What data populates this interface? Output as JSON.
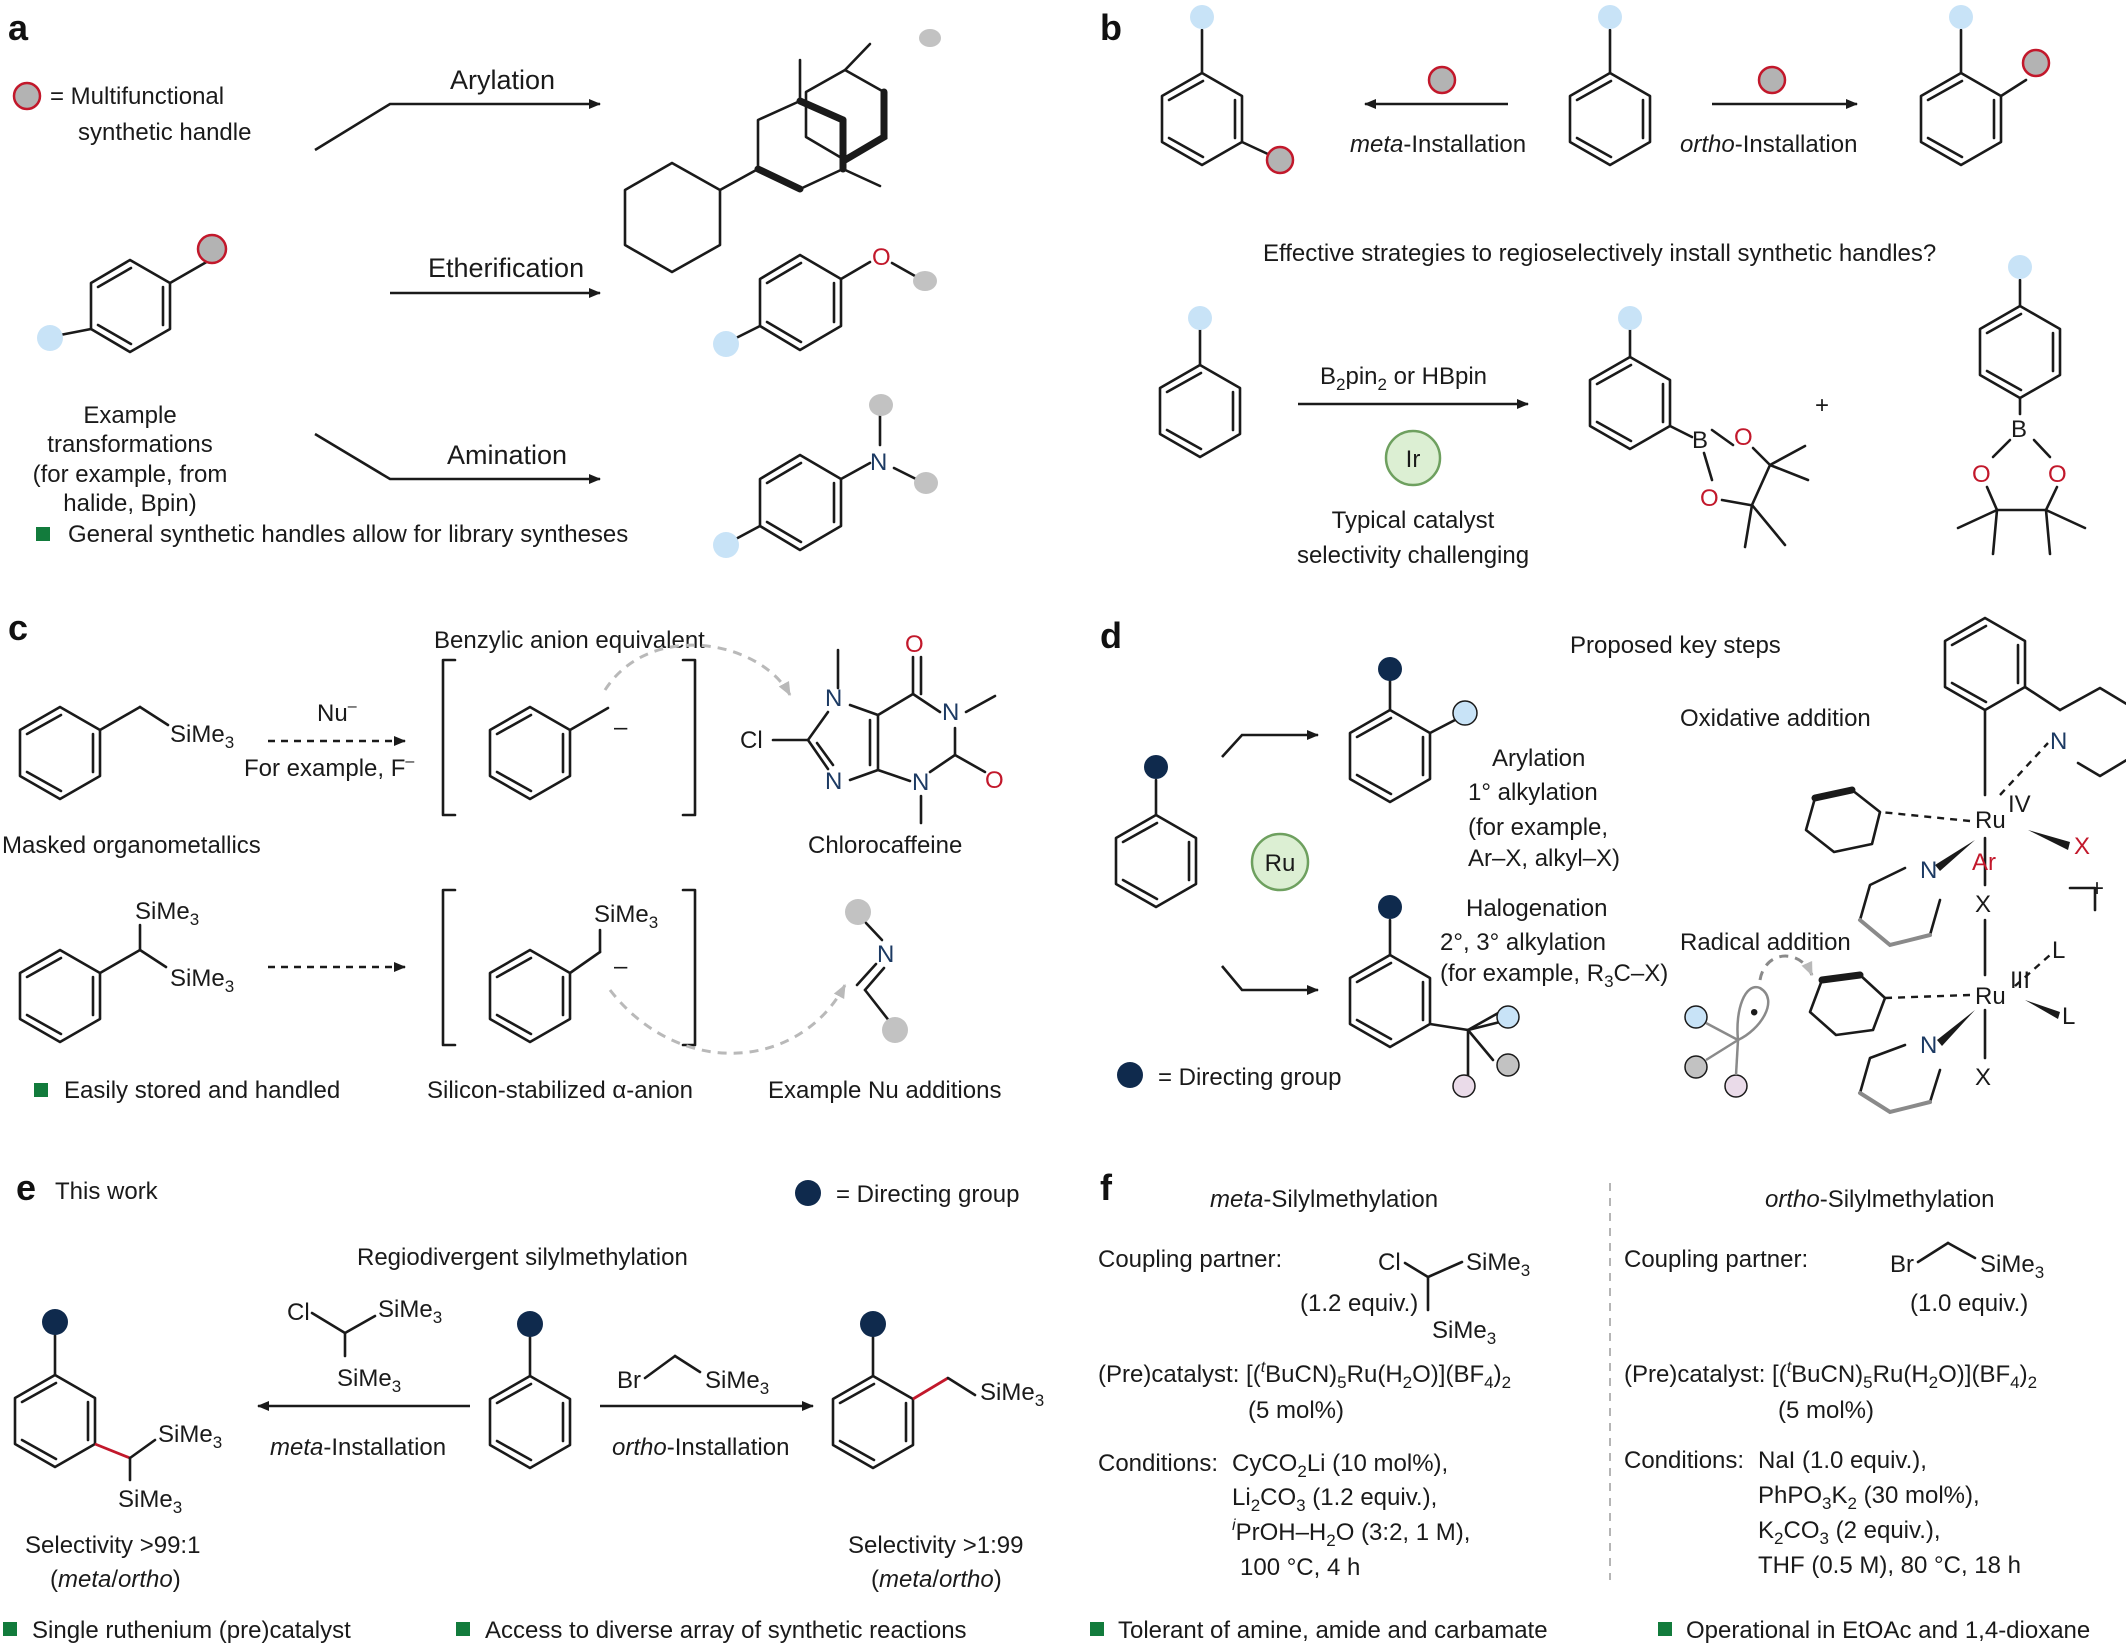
{
  "panels": {
    "a": "a",
    "b": "b",
    "c": "c",
    "d": "d",
    "e": "e",
    "f": "f"
  },
  "a": {
    "legend": [
      "= Multifunctional",
      "synthetic handle"
    ],
    "arylation": "Arylation",
    "etherification": "Etherification",
    "amination": "Amination",
    "example": [
      "Example",
      "transformations",
      "(for example, from",
      "halide, Bpin)"
    ],
    "bullet": "General synthetic handles allow for library syntheses",
    "atom_o": "O",
    "atom_n": "N"
  },
  "b": {
    "meta_italic": "meta",
    "meta_rest": "-Installation",
    "ortho_italic": "ortho",
    "ortho_rest": "-Installation",
    "question": "Effective strategies to regioselectively install synthetic handles?",
    "reagent_b": "B",
    "reagent_sub1": "2",
    "reagent_pin": "pin",
    "reagent_sub2": "2",
    "reagent_rest": " or HBpin",
    "catalyst": "Ir",
    "note": [
      "Typical catalyst",
      "selectivity challenging"
    ],
    "plus": "+",
    "atom_b": "B",
    "atom_o": "O"
  },
  "c": {
    "anion_title": "Benzylic anion equivalent",
    "sime3": "SiMe",
    "sub3": "3",
    "nu": "Nu",
    "nu_sup": "–",
    "fex": "For example, F",
    "fex_sup": "–",
    "minus": "–",
    "masked": "Masked organometallics",
    "chlorocaffeine": "Chlorocaffeine",
    "cl": "Cl",
    "atom_o": "O",
    "atom_n": "N",
    "bullet": "Easily stored and handled",
    "alpha": "Silicon-stabilized α-anion",
    "nu_add": "Example Nu additions"
  },
  "d": {
    "proposed": "Proposed key steps",
    "ru": "Ru",
    "arylation": "Arylation",
    "alk1": "1° alkylation",
    "fex1": "(for example,",
    "fex1b": "Ar–X, alkyl–X)",
    "halogenation": "Halogenation",
    "alk2": "2°, 3° alkylation",
    "fex2": "(for example, R",
    "fex2_sub": "3",
    "fex2_rest": "C–X)",
    "legend": "=  Directing group",
    "oxidative": "Oxidative addition",
    "radical": "Radical addition",
    "ru_iv": "IV",
    "ru_iii": "III",
    "atom_n": "N",
    "atom_x": "X",
    "atom_ar": "Ar",
    "atom_l": "L",
    "charge": "+",
    "dot": "•"
  },
  "e": {
    "this_work": "This work",
    "legend": "=  Directing group",
    "title": "Regiodivergent silylmethylation",
    "cl": "Cl",
    "br": "Br",
    "sime3": "SiMe",
    "sub3": "3",
    "meta_italic": "meta",
    "meta_rest": "-Installation",
    "ortho_italic": "ortho",
    "ortho_rest": "-Installation",
    "sel_meta": "Selectivity >99:1",
    "sel_ortho": "Selectivity >1:99",
    "ratio_open": "(",
    "ratio_meta": "meta",
    "ratio_slash": "/",
    "ratio_ortho": "ortho",
    "ratio_close": ")",
    "bullet1": "Single ruthenium (pre)catalyst",
    "bullet2": "Access to diverse array of synthetic reactions"
  },
  "f": {
    "meta_italic": "meta",
    "meta_rest": "-Silylmethylation",
    "ortho_italic": "ortho",
    "ortho_rest": "-Silylmethylation",
    "coupling": "Coupling partner:",
    "cl": "Cl",
    "br": "Br",
    "sime3": "SiMe",
    "sub3": "3",
    "equiv_meta": "(1.2 equiv.)",
    "equiv_ortho": "(1.0 equiv.)",
    "precat_label": "(Pre)catalyst: [(",
    "precat_t": "t",
    "precat_mid": "BuCN)",
    "precat_5": "5",
    "precat_ru": "Ru(H",
    "precat_2": "2",
    "precat_o": "O)](BF",
    "precat_4": "4",
    "precat_end": ")",
    "precat_end2": "2",
    "mol5": "(5 mol%)",
    "cond_label": "Conditions:",
    "meta_cond": [
      "CyCO",
      "2",
      "Li (10 mol%),",
      "Li",
      "2",
      "CO",
      "3",
      " (1.2 equiv.),",
      "i",
      "PrOH–H",
      "2",
      "O (3:2, 1 M),",
      "100 °C, 4 h"
    ],
    "ortho_cond": [
      "NaI (1.0 equiv.),",
      "PhPO",
      "3",
      "K",
      "2",
      " (30 mol%),",
      "K",
      "2",
      "CO",
      "3",
      " (2 equiv.),",
      "THF (0.5 M), 80 °C, 18 h"
    ],
    "bullet1": "Tolerant of amine, amide and carbamate",
    "bullet2": "Operational in EtOAc and 1,4-dioxane"
  },
  "colors": {
    "handle_fill": "#b3b3b3",
    "handle_stroke": "#c2182b",
    "light_blue": "#c8e3f7",
    "gray_dot": "#c2c2c2",
    "navy": "#0f2a4d",
    "catalyst_fill": "#dcefd3",
    "catalyst_ring": "#6ea05f",
    "pink_dot": "#eadbe9",
    "accent_red": "#c2182b",
    "accent_blue": "#1c3a63",
    "bullet_green": "#127b3c"
  }
}
